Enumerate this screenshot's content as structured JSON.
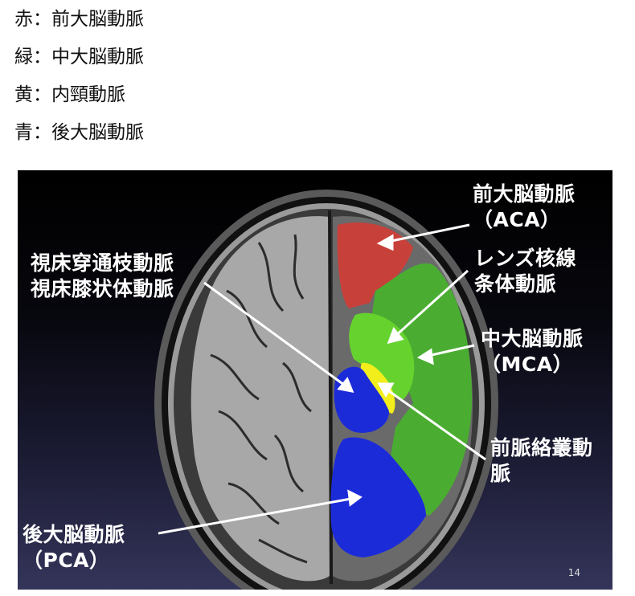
{
  "legend": [
    {
      "color_name": "赤",
      "sep": "：",
      "artery": "前大脳動脈"
    },
    {
      "color_name": "緑",
      "sep": "：",
      "artery": "中大脳動脈"
    },
    {
      "color_name": "黄",
      "sep": "：",
      "artery": "内頸動脈"
    },
    {
      "color_name": "青",
      "sep": "：",
      "artery": "後大脳動脈"
    }
  ],
  "colors": {
    "red": "#c8403a",
    "green": "#4aad31",
    "light_green": "#66d22e",
    "yellow": "#f2ee1c",
    "blue": "#1c2bd8",
    "slide_bg_top": "#000000",
    "slide_bg_bottom": "#34355a"
  },
  "labels": {
    "aca": {
      "line1": "前大脳動脈",
      "line2": "（ACA）"
    },
    "lenticulostriate": {
      "line1": "レンズ核線",
      "line2": "条体動脈"
    },
    "mca": {
      "line1": "中大脳動脈",
      "line2": "（MCA）"
    },
    "thalamic": {
      "line1": "視床穿通枝動脈",
      "line2": "視床膝状体動脈"
    },
    "anterior_choroidal": {
      "line1": "前脈絡叢動",
      "line2": "脈"
    },
    "pca": {
      "line1": "後大脳動脈",
      "line2": "（PCA）"
    }
  },
  "slide_number": "14"
}
